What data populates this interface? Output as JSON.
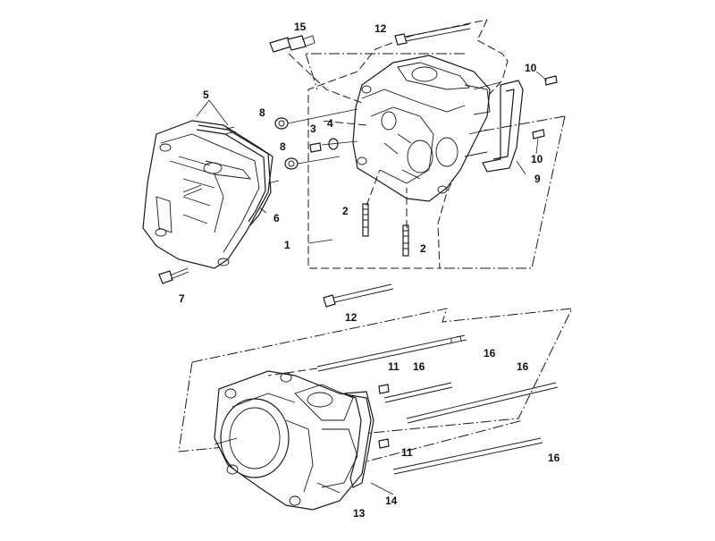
{
  "callouts": {
    "c1": "1",
    "c2a": "2",
    "c2b": "2",
    "c3": "3",
    "c4": "4",
    "c5": "5",
    "c6": "6",
    "c7": "7",
    "c8a": "8",
    "c8b": "8",
    "c9": "9",
    "c10a": "10",
    "c10b": "10",
    "c11a": "11",
    "c11b": "11",
    "c12a": "12",
    "c12b": "12",
    "c13": "13",
    "c14": "14",
    "c15": "15",
    "c16a": "16",
    "c16b": "16",
    "c16c": "16",
    "c16d": "16"
  }
}
